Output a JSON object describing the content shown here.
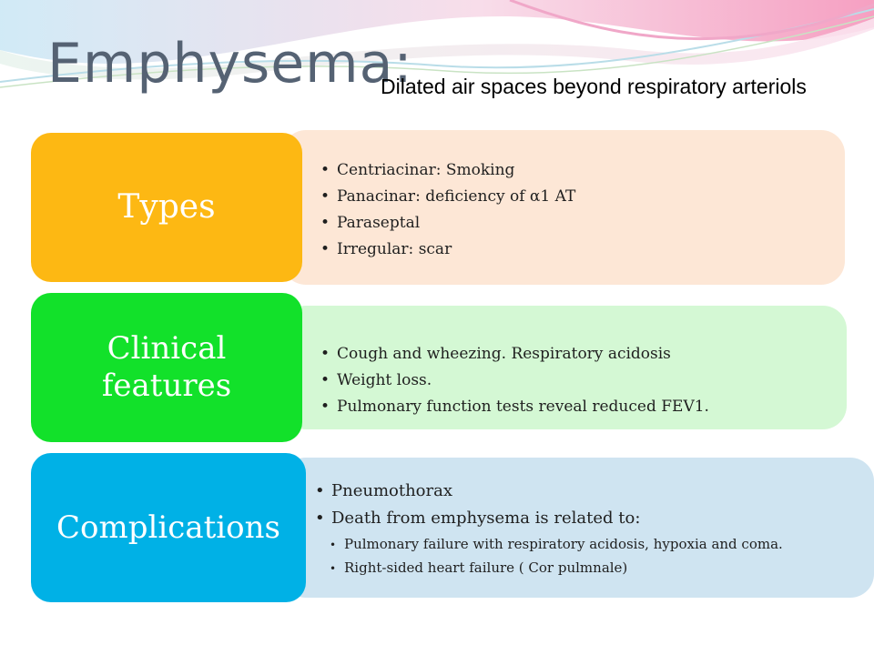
{
  "slide": {
    "title": "Emphysema:",
    "subtitle": "Dilated air spaces beyond respiratory arteriols"
  },
  "sections": [
    {
      "heading": "Types",
      "tile_color": "#FDB813",
      "panel_color": "#FDE7D6",
      "items": [
        "Centriacinar: Smoking",
        "Panacinar: deficiency of α1 AT",
        "Paraseptal",
        "Irregular:  scar"
      ]
    },
    {
      "heading": "Clinical features",
      "tile_color": "#12E12A",
      "panel_color": "#D4F8D4",
      "items": [
        "Cough and wheezing. Respiratory acidosis",
        "Weight loss.",
        "Pulmonary function tests reveal reduced FEV1."
      ]
    },
    {
      "heading": "Complications",
      "tile_color": "#00B1E6",
      "panel_color": "#CFE4F1",
      "items": [
        "Pneumothorax",
        "Death from emphysema is related to:"
      ],
      "subitems": [
        "Pulmonary failure with respiratory acidosis, hypoxia and coma.",
        "Right-sided heart failure ( Cor pulmnale)"
      ]
    }
  ]
}
